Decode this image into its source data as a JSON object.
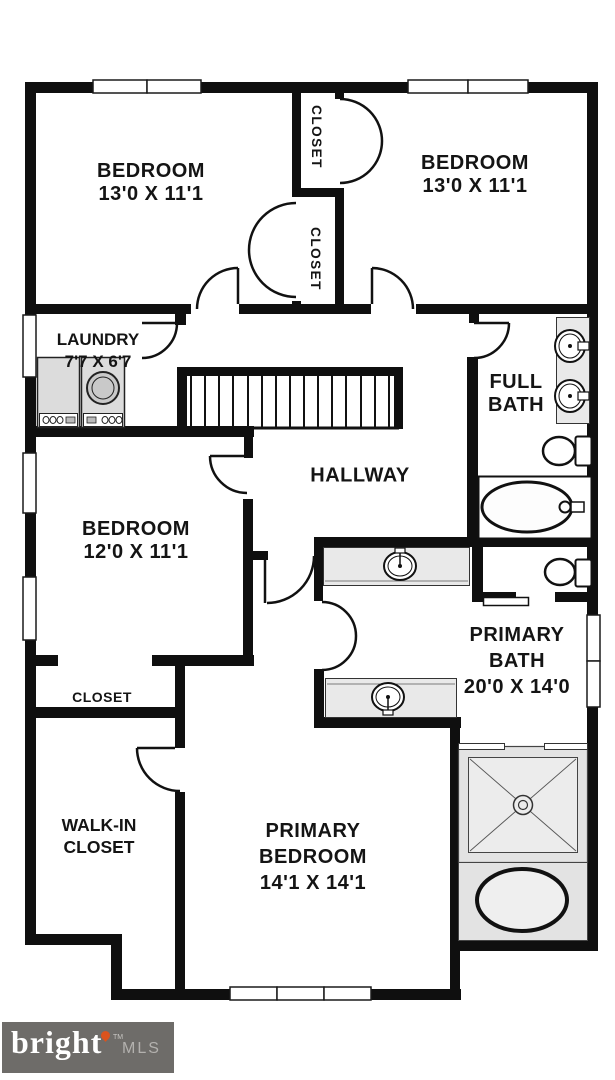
{
  "rooms": {
    "bedroom_top_left": {
      "name": "BEDROOM",
      "dims": "13'0 X 11'1"
    },
    "bedroom_top_right": {
      "name": "BEDROOM",
      "dims": "13'0 X 11'1"
    },
    "closet_top": {
      "name": "CLOSET"
    },
    "closet_mid": {
      "name": "CLOSET"
    },
    "laundry": {
      "name": "LAUNDRY",
      "dims": "7'7 X 6'7"
    },
    "full_bath": {
      "line1": "FULL",
      "line2": "BATH"
    },
    "hallway": {
      "name": "HALLWAY"
    },
    "bedroom_mid_left": {
      "name": "BEDROOM",
      "dims": "12'0 X 11'1"
    },
    "closet_small": {
      "name": "CLOSET"
    },
    "walk_in_closet": {
      "line1": "WALK-IN",
      "line2": "CLOSET"
    },
    "primary_bedroom": {
      "line1": "PRIMARY",
      "line2": "BEDROOM",
      "dims": "14'1 X 14'1"
    },
    "primary_bath": {
      "line1": "PRIMARY",
      "line2": "BATH",
      "dims": "20'0 X 14'0"
    }
  },
  "fixtures": {
    "laundry": [
      "washer",
      "dryer"
    ],
    "full_bath": [
      "double-sink-vanity",
      "toilet",
      "bathtub"
    ],
    "primary_bath": [
      "sink-vanity-north",
      "sink-vanity-south",
      "toilet",
      "shower",
      "freestanding-tub"
    ],
    "stairs": "staircase"
  },
  "branding": {
    "logo_text": "bright",
    "logo_tm": "TM",
    "logo_suffix": "MLS",
    "logo_bg": "#6e6c69",
    "flame_color": "#d9531e"
  },
  "colors": {
    "wall": "#0f0f0f",
    "fixture_fill": "#e4e4e4",
    "counter_fill": "#e9e9e9",
    "floor": "#ffffff"
  }
}
